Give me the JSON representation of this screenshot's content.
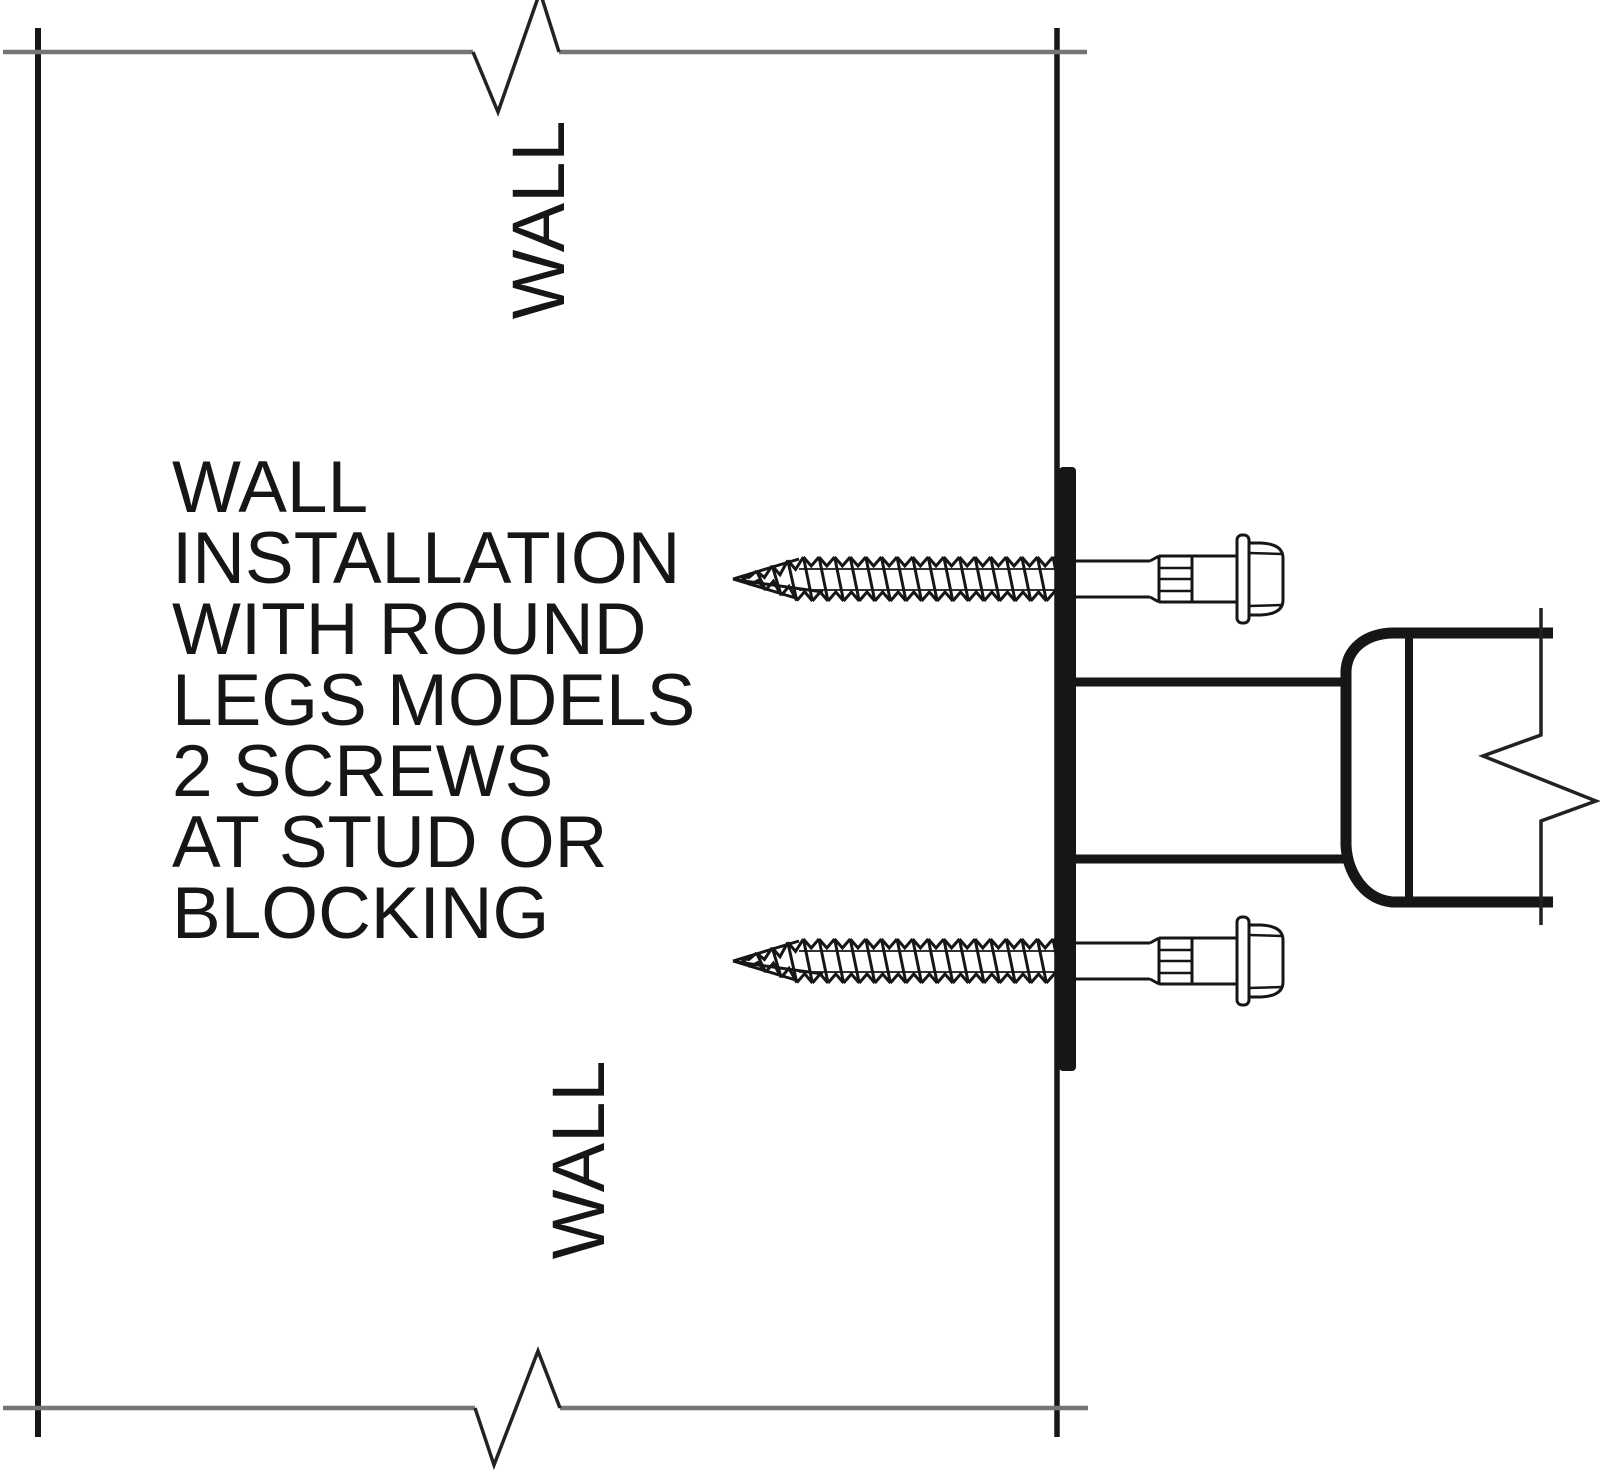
{
  "diagram": {
    "type": "technical-installation-drawing",
    "wall_label_top": "WALL",
    "wall_label_bottom": "WALL",
    "annotation": "WALL\nINSTALLATION\nWITH ROUND\nLEGS MODELS\n2 SCREWS\nAT STUD OR\nBLOCKING",
    "screw_count_shown": "2",
    "colors": {
      "background": "#ffffff",
      "ink": "#161616",
      "wall_edge_gray": "#757575"
    },
    "components": [
      "wall-outline",
      "wall-break-top-icon",
      "wall-break-bottom-icon",
      "mounting-plate",
      "lag-screw-top-icon",
      "lag-screw-bottom-icon",
      "leg-arm-tube",
      "round-leg",
      "leg-break-icon"
    ]
  }
}
